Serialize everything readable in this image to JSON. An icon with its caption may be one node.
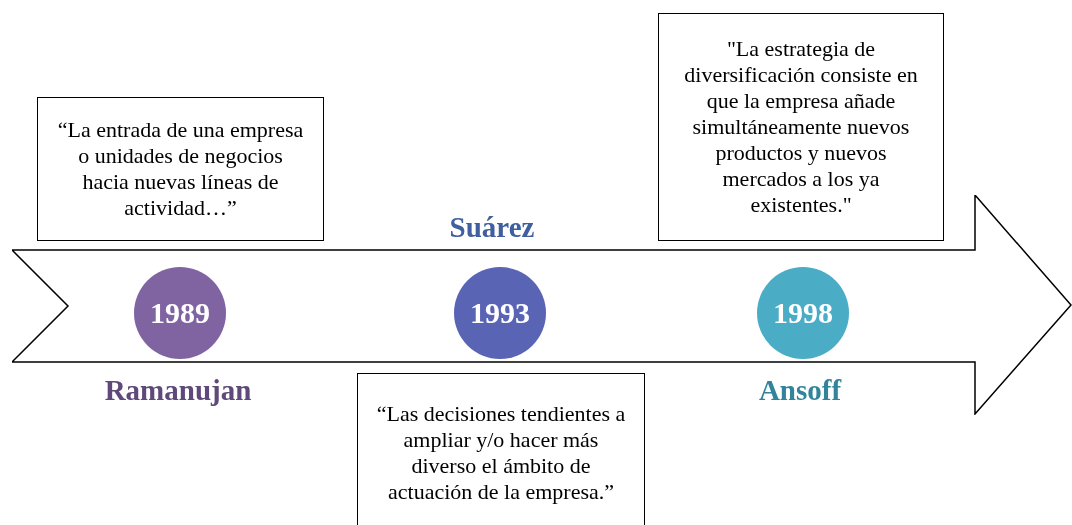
{
  "diagram": {
    "nodes": [
      {
        "text": [],
        "shape": "arrow"
      },
      {
        "text": [
          "1989"
        ],
        "in": 0,
        "beside": [
          "Ramanujan"
        ]
      },
      {
        "text": [
          "1993"
        ],
        "in": 0,
        "beside": [
          "Suárez"
        ]
      },
      {
        "text": [
          "1998"
        ],
        "in": 0,
        "beside": [
          "Ansoff"
        ]
      },
      {
        "text": [
          "“La entrada de una empresa o unidades de negocios hacia nuevas líneas de actividad…”"
        ]
      },
      {
        "text": [
          "“Las decisiones tendientes a ampliar y/o hacer más diverso el ámbito de actuación de la empresa.”"
        ]
      },
      {
        "text": [
          "\"La estrategia de diversificación consiste en que la empresa añade simultáneamente nuevos productos y nuevos mercados a los ya existentes.\""
        ]
      }
    ]
  }
}
